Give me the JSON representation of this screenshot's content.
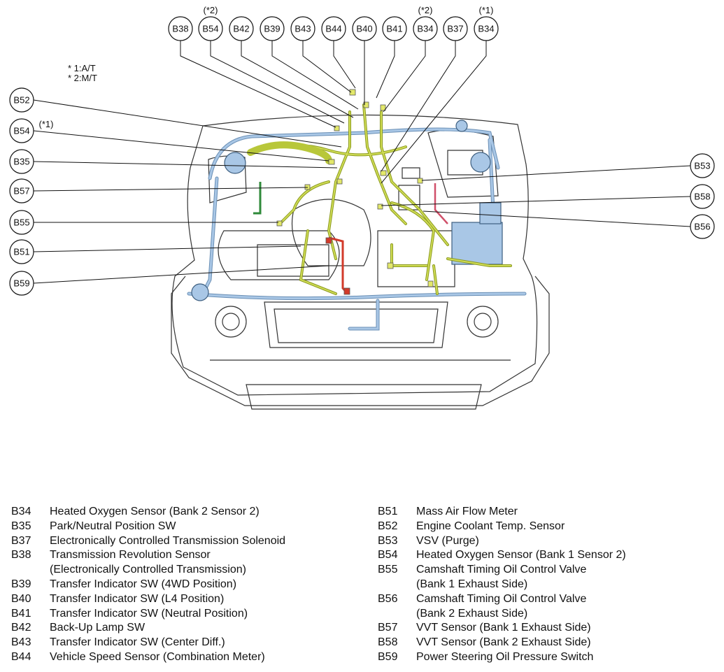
{
  "notes": {
    "line1": "* 1:A/T",
    "line2": "* 2:M/T"
  },
  "callouts": {
    "B38": "B38",
    "B54a": "B54",
    "B42": "B42",
    "B39": "B39",
    "B43": "B43",
    "B44": "B44",
    "B40": "B40",
    "B41": "B41",
    "B34a": "B34",
    "B37": "B37",
    "B34b": "B34",
    "B52": "B52",
    "B54b": "B54",
    "B35": "B35",
    "B57": "B57",
    "B55": "B55",
    "B51": "B51",
    "B59": "B59",
    "B53": "B53",
    "B58": "B58",
    "B56": "B56"
  },
  "tags": {
    "star2": "(*2)",
    "star1": "(*1)"
  },
  "colors": {
    "harness": "#b8c73a",
    "air_duct": "#a9c7e6",
    "brake_line": "#d23a2a",
    "green_line": "#2f8a3a",
    "battery": "#a9c7e6"
  },
  "legend": {
    "left": [
      {
        "code": "B34",
        "text": "Heated Oxygen Sensor (Bank 2 Sensor 2)"
      },
      {
        "code": "B35",
        "text": "Park/Neutral Position SW"
      },
      {
        "code": "B37",
        "text": "Electronically Controlled Transmission Solenoid"
      },
      {
        "code": "B38",
        "text": "Transmission Revolution Sensor"
      },
      {
        "code": "",
        "text": "(Electronically Controlled Transmission)"
      },
      {
        "code": "B39",
        "text": "Transfer Indicator SW (4WD Position)"
      },
      {
        "code": "B40",
        "text": "Transfer Indicator SW (L4 Position)"
      },
      {
        "code": "B41",
        "text": "Transfer Indicator SW (Neutral Position)"
      },
      {
        "code": "B42",
        "text": "Back-Up Lamp SW"
      },
      {
        "code": "B43",
        "text": "Transfer Indicator SW (Center Diff.)"
      },
      {
        "code": "B44",
        "text": "Vehicle Speed Sensor (Combination Meter)"
      }
    ],
    "right": [
      {
        "code": "B51",
        "text": "Mass Air Flow Meter"
      },
      {
        "code": "B52",
        "text": "Engine Coolant Temp. Sensor"
      },
      {
        "code": "B53",
        "text": "VSV (Purge)"
      },
      {
        "code": "B54",
        "text": "Heated Oxygen Sensor (Bank 1 Sensor 2)"
      },
      {
        "code": "B55",
        "text": "Camshaft Timing Oil Control Valve"
      },
      {
        "code": "",
        "text": "(Bank 1 Exhaust Side)"
      },
      {
        "code": "B56",
        "text": "Camshaft Timing Oil Control Valve"
      },
      {
        "code": "",
        "text": "(Bank 2 Exhaust Side)"
      },
      {
        "code": "B57",
        "text": "VVT Sensor (Bank 1 Exhaust Side)"
      },
      {
        "code": "B58",
        "text": "VVT Sensor (Bank 2 Exhaust Side)"
      },
      {
        "code": "B59",
        "text": "Power Steering Oil Pressure Switch"
      }
    ]
  }
}
